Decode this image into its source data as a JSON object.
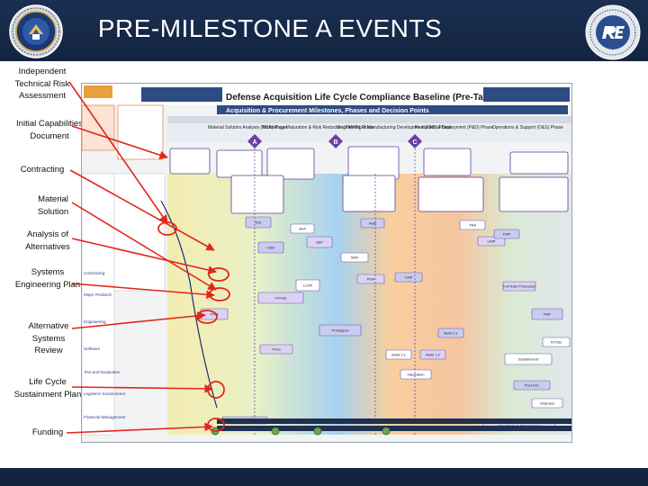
{
  "slide": {
    "title": "PRE-MILESTONE A EVENTS",
    "colors": {
      "header_bg": "#1a2f52",
      "arrow": "#e2261b",
      "title_text": "#ffffff"
    }
  },
  "left_labels": [
    "Independent Technical Risk Assessment",
    "Initial Capabilities Document",
    "Contracting",
    "Material Solution",
    "Analysis of Alternatives",
    "Systems Engineering Plan",
    "Alternative Systems Review",
    "Life Cycle Sustainment Plan",
    "Funding"
  ],
  "chart": {
    "title": "Defense Acquisition Life Cycle Compliance Baseline (Pre-Tailoring)",
    "subtitle": "Acquisition & Procurement Milestones, Phases and Decision Points",
    "phases": [
      "Material Solution Analysis (MSA) Phase",
      "Technology Maturation & Risk Reduction (TMRR) Phase",
      "Engineering & Manufacturing Development (EMD) Phase",
      "Production & Deployment (P&D) Phase",
      "Operations & Support (O&S) Phase"
    ],
    "milestones": [
      "A",
      "B",
      "C"
    ],
    "row_labels": [
      "Contracting",
      "Major Products",
      "Engineering",
      "Software",
      "Test and Evaluation",
      "Logistics/ Sustainment",
      "Financial Management"
    ],
    "boxes": [
      "ICD",
      "AoA",
      "SEP",
      "ASR",
      "LCSP",
      "ITRA",
      "CDD",
      "SRR",
      "PDR",
      "CDR",
      "TRA",
      "LRIP",
      "FRP",
      "IOT&E",
      "FOT&E",
      "Prototypes",
      "Build 1.1",
      "Build 1.2",
      "Build 2.1",
      "Integration",
      "Proto",
      "PSR",
      "Sustainment",
      "Full Rate Production",
      "Post IOC",
      "Disposal",
      "Operations & Maintenance",
      "Procurement"
    ]
  },
  "seals": {
    "left_icon": "dod-seal-icon",
    "right_icon": "re-logo-icon"
  }
}
